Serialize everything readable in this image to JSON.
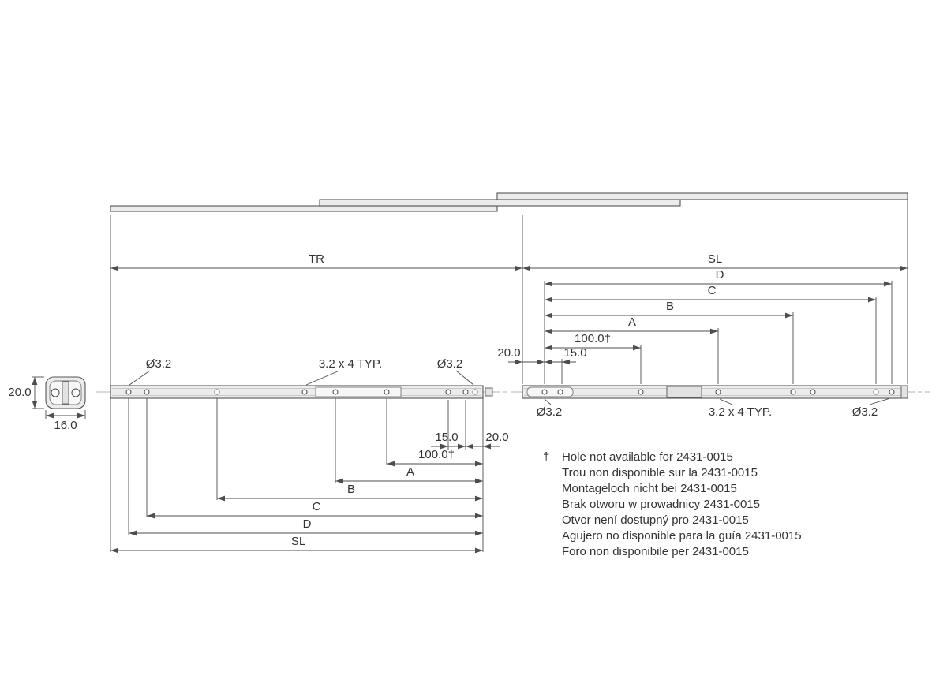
{
  "diagram": {
    "type": "technical-drawing",
    "subject": "telescopic-drawer-slide-dimension-drawing",
    "colors": {
      "line": "#4d4d4d",
      "text": "#333333",
      "part_fill": "#ececec"
    },
    "labels": {
      "tr": "TR",
      "sl": "SL",
      "d": "D",
      "c": "C",
      "b": "B",
      "a": "A",
      "dim_100": "100.0†",
      "dim_15": "15.0",
      "dim_20": "20.0",
      "hole_dia": "Ø3.2",
      "hole_pattern": "3.2 x 4 TYP."
    },
    "cross_section": {
      "height_label": "20.0",
      "width_label": "16.0"
    },
    "notes": {
      "dagger": "†",
      "lines": [
        "Hole not available for 2431-0015",
        "Trou non disponible sur la 2431-0015",
        "Montageloch nicht bei 2431-0015",
        "Brak otworu w prowadnicy 2431-0015",
        "Otvor není dostupný pro 2431-0015",
        "Agujero no disponible para la guía 2431-0015",
        "Foro non disponibile per 2431-0015"
      ]
    }
  }
}
